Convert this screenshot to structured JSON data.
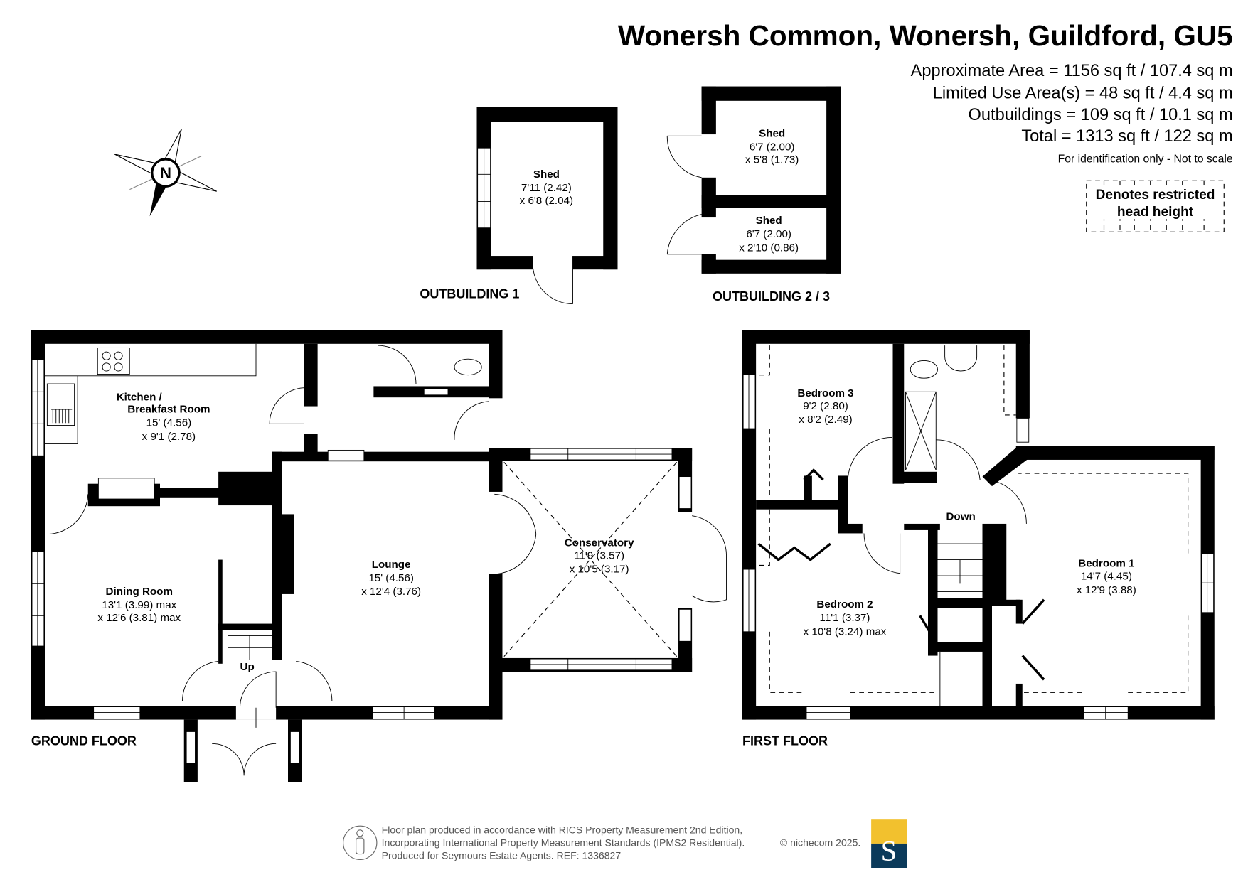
{
  "header": {
    "title": "Wonersh Common, Wonersh, Guildford, GU5",
    "areas": [
      "Approximate Area = 1156 sq ft / 107.4 sq m",
      "Limited Use Area(s) = 48 sq ft / 4.4 sq m",
      "Outbuildings = 109 sq ft / 10.1 sq m",
      "Total = 1313 sq ft / 122 sq m"
    ],
    "disclaimer": "For identification only - Not to scale",
    "legend": [
      "Denotes restricted",
      "head height"
    ]
  },
  "compass": {
    "label": "N"
  },
  "outbuildings": {
    "one": {
      "label": "OUTBUILDING 1",
      "room": {
        "name": "Shed",
        "dim1": "7'11 (2.42)",
        "dim2": "x 6'8 (2.04)"
      }
    },
    "two_three": {
      "label": "OUTBUILDING 2 / 3",
      "rooms": [
        {
          "name": "Shed",
          "dim1": "6'7 (2.00)",
          "dim2": "x 5'8 (1.73)"
        },
        {
          "name": "Shed",
          "dim1": "6'7 (2.00)",
          "dim2": "x 2'10 (0.86)"
        }
      ]
    }
  },
  "ground_floor": {
    "label": "GROUND FLOOR",
    "kitchen": {
      "name1": "Kitchen /",
      "name2": "Breakfast Room",
      "dim1": "15' (4.56)",
      "dim2": "x 9'1 (2.78)"
    },
    "dining": {
      "name": "Dining Room",
      "dim1": "13'1 (3.99) max",
      "dim2": "x 12'6 (3.81) max"
    },
    "lounge": {
      "name": "Lounge",
      "dim1": "15' (4.56)",
      "dim2": "x 12'4 (3.76)"
    },
    "conservatory": {
      "name": "Conservatory",
      "dim1": "11'9 (3.57)",
      "dim2": "x 10'5 (3.17)"
    },
    "stairs_label": "Up"
  },
  "first_floor": {
    "label": "FIRST FLOOR",
    "bedroom1": {
      "name": "Bedroom 1",
      "dim1": "14'7 (4.45)",
      "dim2": "x 12'9 (3.88)"
    },
    "bedroom2": {
      "name": "Bedroom 2",
      "dim1": "11'1 (3.37)",
      "dim2": "x 10'8 (3.24) max"
    },
    "bedroom3": {
      "name": "Bedroom 3",
      "dim1": "9'2 (2.80)",
      "dim2": "x 8'2 (2.49)"
    },
    "stairs_label": "Down"
  },
  "footer": {
    "lines": [
      "Floor plan produced in accordance with RICS Property Measurement 2nd Edition,",
      "Incorporating International Property Measurement Standards (IPMS2 Residential).",
      "Produced for Seymours Estate Agents.   REF: 1336827"
    ],
    "copyright": "© nichecom 2025.",
    "logo_letter": "S",
    "logo_colors": {
      "top": "#f2c12e",
      "bottom": "#0b3a5a"
    }
  }
}
